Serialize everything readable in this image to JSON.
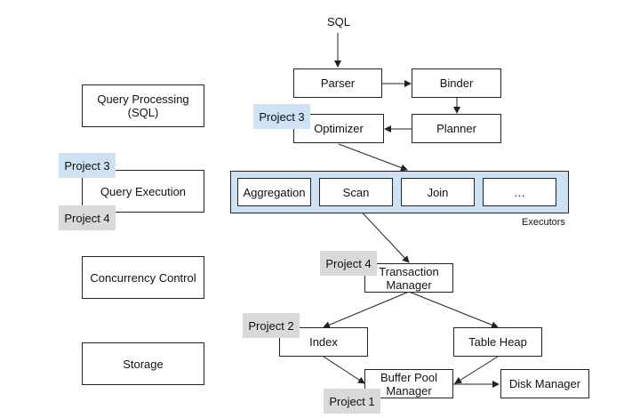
{
  "layers": {
    "query_processing": "Query Processing\n(SQL)",
    "query_execution": "Query Execution",
    "concurrency_control": "Concurrency Control",
    "storage": "Storage"
  },
  "flow": {
    "sql": "SQL",
    "parser": "Parser",
    "binder": "Binder",
    "planner": "Planner",
    "optimizer": "Optimizer",
    "executors_caption": "Executors",
    "executors": [
      "Aggregation",
      "Scan",
      "Join",
      "…"
    ],
    "transaction_manager": "Transaction\nManager",
    "index": "Index",
    "table_heap": "Table Heap",
    "buffer_pool_manager": "Buffer Pool\nManager",
    "disk_manager": "Disk Manager"
  },
  "tags": {
    "optimizer_project": "Project 3",
    "qe_project_top": "Project 3",
    "qe_project_bottom": "Project 4",
    "txn_project": "Project 4",
    "index_project": "Project 2",
    "bpm_project": "Project 1"
  },
  "colors": {
    "project_3_fill": "#cfe2f3",
    "project_grey_fill": "#d9d9d9",
    "executor_panel_fill": "#cfe2f3"
  }
}
